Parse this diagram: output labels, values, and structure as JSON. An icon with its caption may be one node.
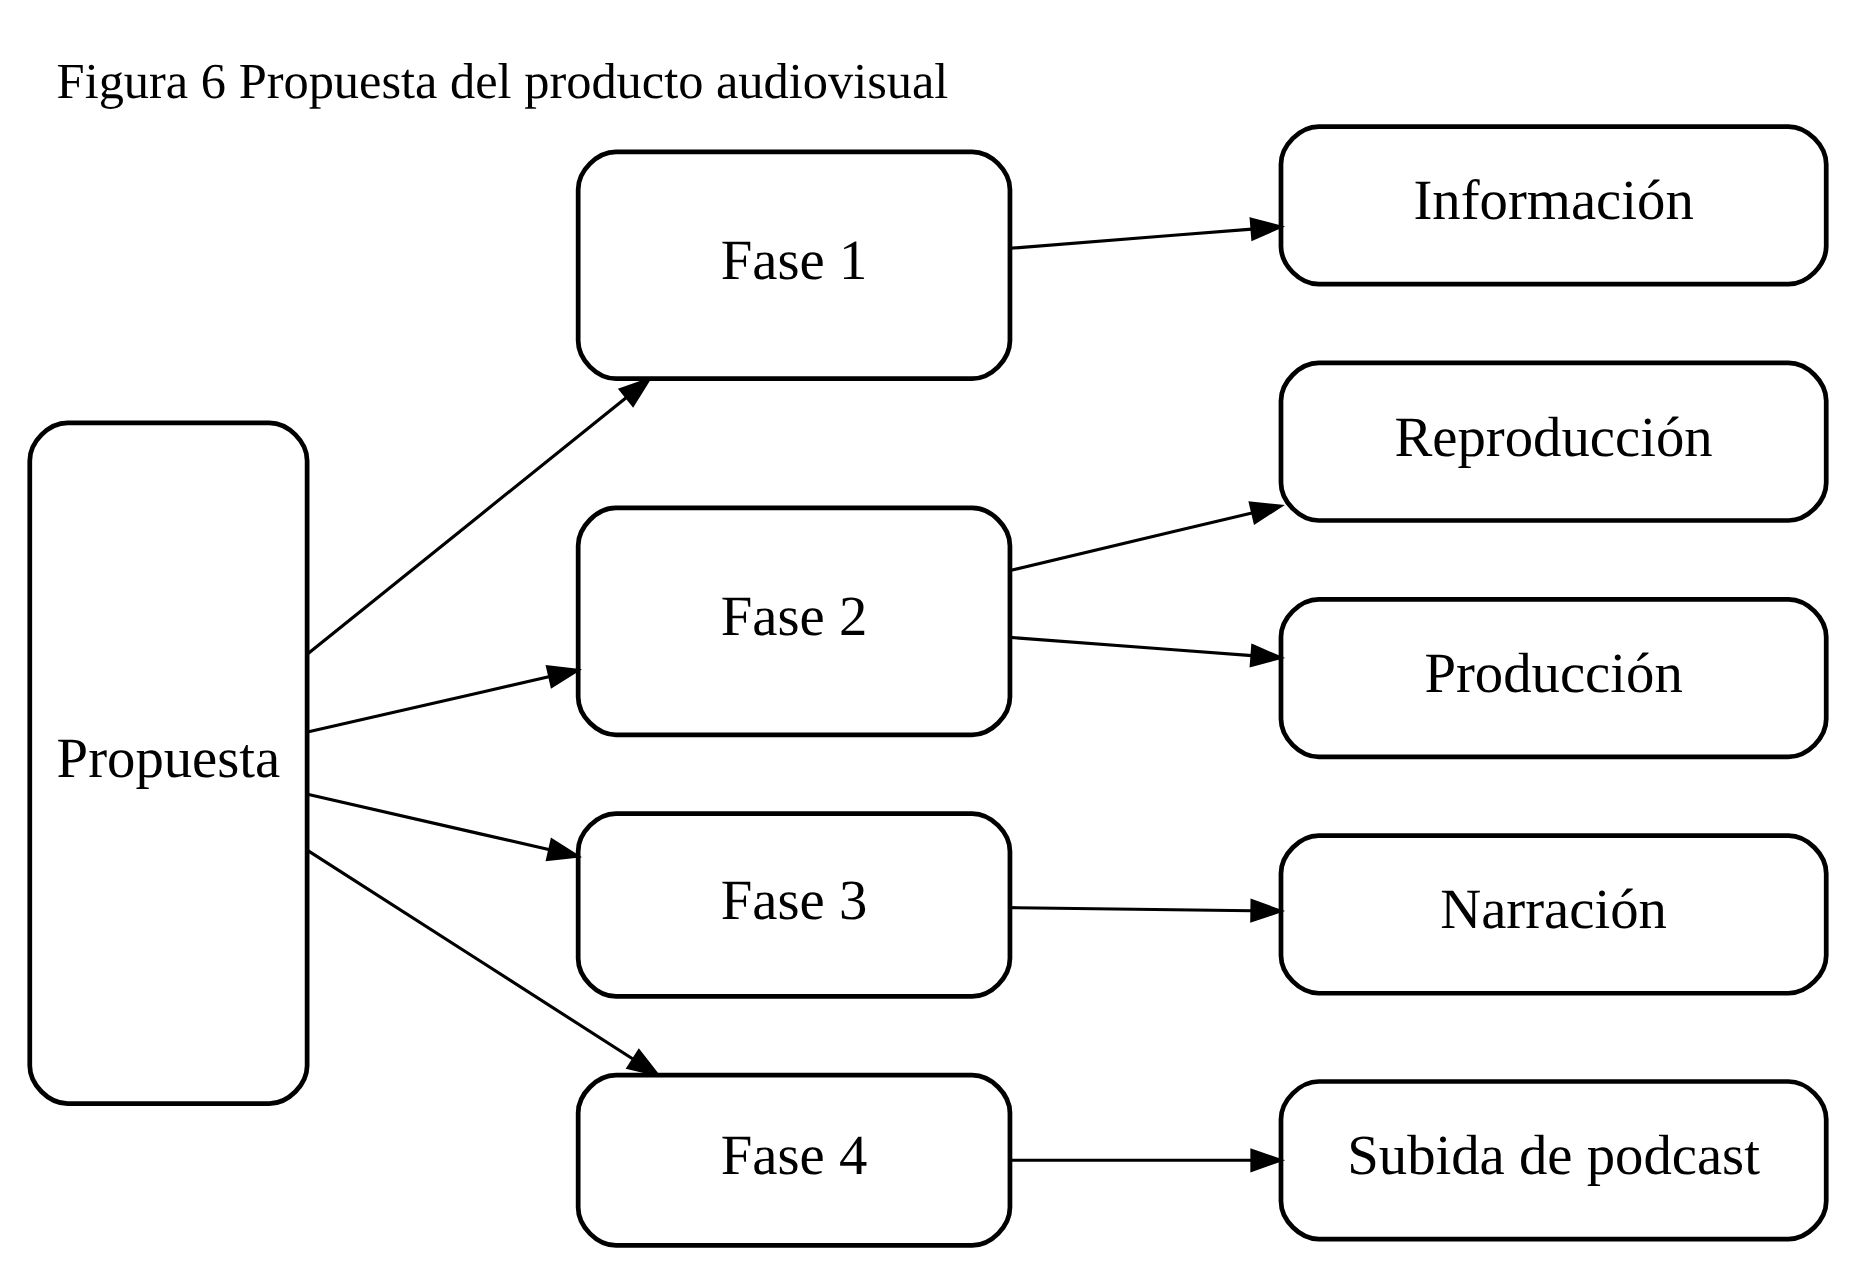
{
  "diagram": {
    "title": "Figura 6 Propuesta del producto audiovisual",
    "nodes": [
      {
        "text": [
          "Propuesta"
        ]
      },
      {
        "text": [
          "Fase 1"
        ]
      },
      {
        "text": [
          "Fase 2"
        ]
      },
      {
        "text": [
          "Fase 3"
        ]
      },
      {
        "text": [
          "Fase 4"
        ]
      },
      {
        "text": [
          "Información"
        ]
      },
      {
        "text": [
          "Reproducción"
        ]
      },
      {
        "text": [
          "Producción"
        ]
      },
      {
        "text": [
          "Narración"
        ]
      },
      {
        "text": [
          "Subida de podcast"
        ]
      }
    ],
    "edges": [
      {
        "from": 0,
        "to": 1,
        "arrow": "to"
      },
      {
        "from": 0,
        "to": 2,
        "arrow": "to"
      },
      {
        "from": 0,
        "to": 3,
        "arrow": "to"
      },
      {
        "from": 0,
        "to": 4,
        "arrow": "to"
      },
      {
        "from": 1,
        "to": 5,
        "arrow": "to"
      },
      {
        "from": 2,
        "to": 6,
        "arrow": "to"
      },
      {
        "from": 2,
        "to": 7,
        "arrow": "to"
      },
      {
        "from": 3,
        "to": 8,
        "arrow": "to"
      },
      {
        "from": 4,
        "to": 9,
        "arrow": "to"
      }
    ]
  }
}
